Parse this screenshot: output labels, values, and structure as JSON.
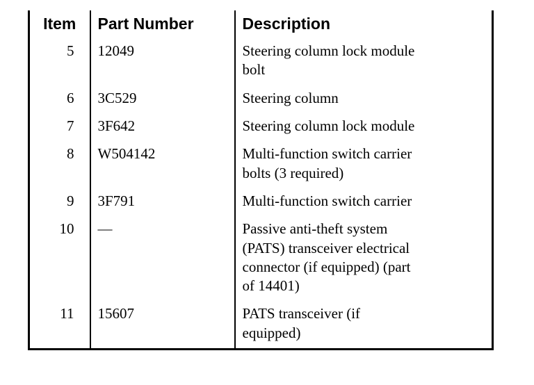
{
  "table": {
    "headers": {
      "item": "Item",
      "part_number": "Part Number",
      "description": "Description"
    },
    "rows": [
      {
        "item": "5",
        "part_number": "12049",
        "description": "Steering column lock module bolt",
        "description_lines": [
          "Steering column lock module",
          "bolt"
        ]
      },
      {
        "item": "6",
        "part_number": "3C529",
        "description": "Steering column",
        "description_lines": [
          "Steering column"
        ]
      },
      {
        "item": "7",
        "part_number": "3F642",
        "description": "Steering column lock module",
        "description_lines": [
          "Steering column lock module"
        ]
      },
      {
        "item": "8",
        "part_number": "W504142",
        "description": "Multi-function switch carrier bolts (3 required)",
        "description_lines": [
          "Multi-function switch carrier",
          "bolts (3 required)"
        ]
      },
      {
        "item": "9",
        "part_number": "3F791",
        "description": "Multi-function switch carrier",
        "description_lines": [
          "Multi-function switch carrier"
        ]
      },
      {
        "item": "10",
        "part_number": "—",
        "description": "Passive anti-theft system (PATS) transceiver electrical connector (if equipped) (part of 14401)",
        "description_lines": [
          "Passive anti-theft system",
          "(PATS) transceiver electrical",
          "connector (if equipped) (part",
          "of 14401)"
        ]
      },
      {
        "item": "11",
        "part_number": "15607",
        "description": "PATS transceiver (if equipped)",
        "description_lines": [
          "PATS transceiver (if",
          "equipped)"
        ]
      }
    ]
  },
  "colors": {
    "page_background": "#ffffff",
    "table_background": "#ffffff",
    "border": "#000000",
    "text": "#000000"
  }
}
